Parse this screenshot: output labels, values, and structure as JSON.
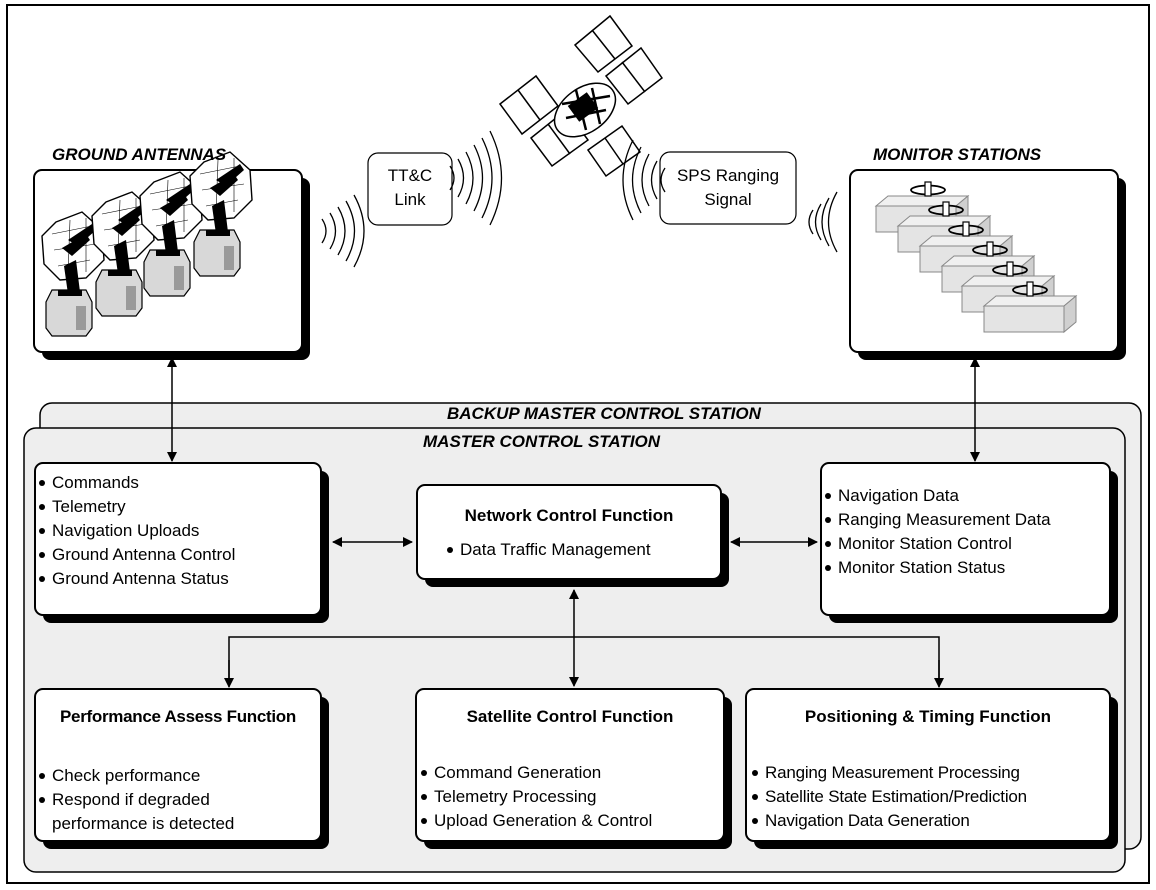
{
  "diagram": {
    "ground_antennas": {
      "heading": "GROUND ANTENNAS"
    },
    "monitor_stations": {
      "heading": "MONITOR STATIONS"
    },
    "ttc_link": {
      "line1": "TT&C",
      "line2": "Link"
    },
    "sps_signal": {
      "line1": "SPS Ranging",
      "line2": "Signal"
    },
    "backup_mcs": {
      "label": "BACKUP MASTER CONTROL STATION"
    },
    "mcs": {
      "label": "MASTER CONTROL STATION"
    },
    "ground_antenna_interface": {
      "items": [
        "Commands",
        "Telemetry",
        "Navigation Uploads",
        "Ground Antenna Control",
        "Ground Antenna Status"
      ]
    },
    "network_control": {
      "title": "Network Control Function",
      "items": [
        "Data Traffic Management"
      ]
    },
    "monitor_station_interface": {
      "items": [
        "Navigation Data",
        "Ranging Measurement Data",
        "Monitor Station Control",
        "Monitor Station Status"
      ]
    },
    "performance_assess": {
      "title": "Performance Assess Function",
      "items": [
        "Check performance",
        "Respond if degraded performance is detected"
      ],
      "item2_line1": "Respond if degraded",
      "item2_line2": "performance is detected"
    },
    "satellite_control": {
      "title": "Satellite Control Function",
      "items": [
        "Command Generation",
        "Telemetry Processing",
        "Upload Generation & Control"
      ]
    },
    "positioning_timing": {
      "title": "Positioning & Timing Function",
      "items": [
        "Ranging Measurement Processing",
        "Satellite State Estimation/Prediction",
        "Navigation Data Generation"
      ]
    }
  },
  "colors": {
    "panel_fill": "#eeeeee",
    "box_fill": "#ffffff",
    "shadow": "#000000",
    "station_box": "#e2e2e2"
  }
}
